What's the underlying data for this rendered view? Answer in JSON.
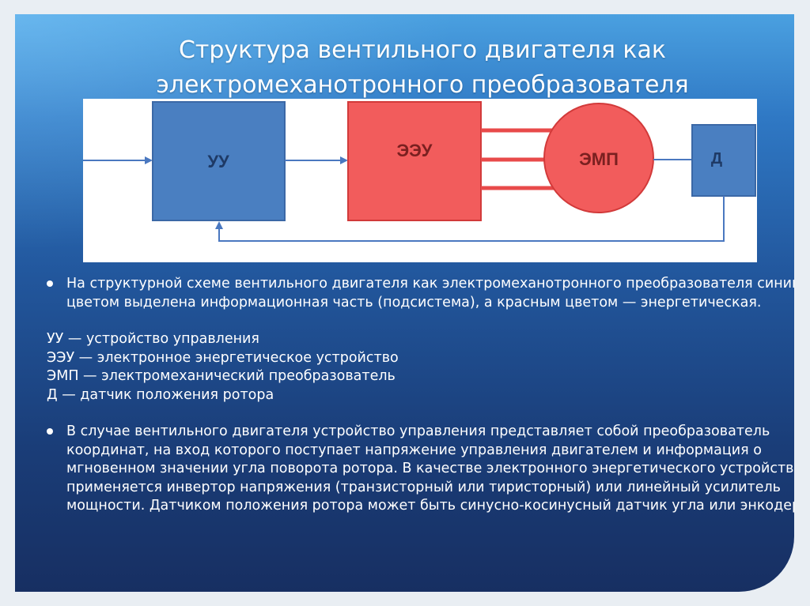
{
  "slide": {
    "title": "Структура вентильного двигателя как электромеханотронного преобразователя",
    "colors": {
      "background_top": "#4aa0e0",
      "background_bottom": "#172f62",
      "information_blue": "#4a7fc1",
      "energy_red": "#f25c5c"
    }
  },
  "diagram": {
    "blocks": {
      "uu": "УУ",
      "eeu": "ЭЭУ",
      "emp": "ЭМП",
      "d": "Д"
    }
  },
  "text": {
    "bullet_1": "На структурной схеме вентильного двигателя как электромеханотронного преобразователя синим цветом выделена информационная часть (подсистема), а красным цветом — энергетическая.",
    "definitions": [
      "УУ — устройство управления",
      "ЭЭУ — электронное энергетическое устройство",
      "ЭМП — электромеханический преобразователь",
      "Д — датчик положения ротора"
    ],
    "bullet_2": "В случае вентильного двигателя устройство управления представляет собой преобразователь координат, на вход которого поступает напряжение управления двигателем  и информация о мгновенном значении угла поворота ротора. В качестве электронного энергетического устройства применяется инвертор напряжения (транзисторный или тиристорный) или линейный усилитель мощности. Датчиком положения ротора может быть синусно-косинусный датчик угла или энкодер."
  }
}
